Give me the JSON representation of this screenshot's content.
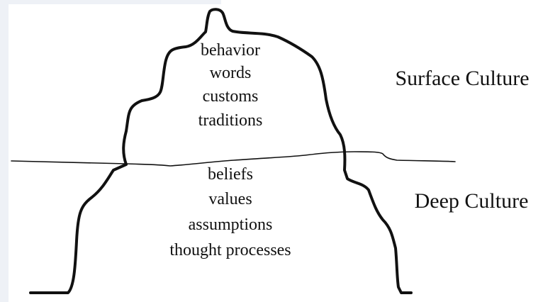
{
  "surface": {
    "label": "Surface Culture",
    "items": [
      "behavior",
      "words",
      "customs",
      "traditions"
    ]
  },
  "deep": {
    "label": "Deep Culture",
    "items": [
      "beliefs",
      "values",
      "assumptions",
      "thought processes"
    ]
  },
  "colors": {
    "ink": "#111111",
    "background": "#ffffff"
  }
}
